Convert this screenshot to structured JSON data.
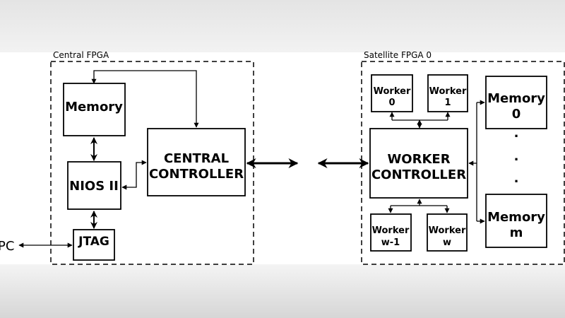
{
  "central": {
    "caption": "Central FPGA",
    "memory": "Memory",
    "nios": "NIOS II",
    "jtag": "JTAG",
    "controller_line1": "CENTRAL",
    "controller_line2": "CONTROLLER",
    "pc": "PC"
  },
  "satellite": {
    "caption": "Satellite FPGA 0",
    "worker0_line1": "Worker",
    "worker0_line2": "0",
    "worker1_line1": "Worker",
    "worker1_line2": "1",
    "workerw1_line1": "Worker",
    "workerw1_line2": "w-1",
    "workerw_line1": "Worker",
    "workerw_line2": "w",
    "controller_line1": "WORKER",
    "controller_line2": "CONTROLLER",
    "memory0_line1": "Memory",
    "memory0_line2": "0",
    "memorym_line1": "Memory",
    "memorym_line2": "m",
    "dot1": ".",
    "dot2": ".",
    "dot3": "."
  }
}
